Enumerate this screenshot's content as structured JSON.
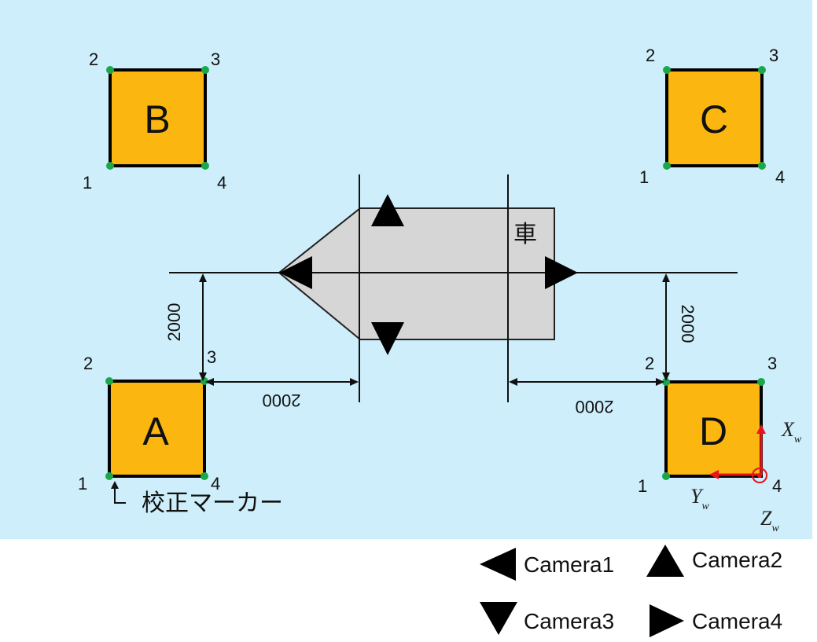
{
  "markers": {
    "A": {
      "label": "A",
      "corners": [
        "1",
        "2",
        "3",
        "4"
      ]
    },
    "B": {
      "label": "B",
      "corners": [
        "1",
        "2",
        "3",
        "4"
      ]
    },
    "C": {
      "label": "C",
      "corners": [
        "1",
        "2",
        "3",
        "4"
      ]
    },
    "D": {
      "label": "D",
      "corners": [
        "1",
        "2",
        "3",
        "4"
      ]
    }
  },
  "car": {
    "label": "車"
  },
  "dimensions": {
    "left_vertical": "2000",
    "left_horizontal": "2000",
    "right_vertical": "2000",
    "right_horizontal": "2000"
  },
  "marker_caption": "校正マーカー",
  "world_axes": {
    "x": "X",
    "x_sub": "w",
    "y": "Y",
    "y_sub": "w",
    "z": "Z",
    "z_sub": "w"
  },
  "legend": {
    "camera1": "Camera1",
    "camera2": "Camera2",
    "camera3": "Camera3",
    "camera4": "Camera4"
  },
  "colors": {
    "background": "#cdeefa",
    "marker_fill": "#fbb710",
    "corner_dot": "#1aa84a",
    "car_fill": "#d6d6d6",
    "axis_red": "#e8141c"
  }
}
